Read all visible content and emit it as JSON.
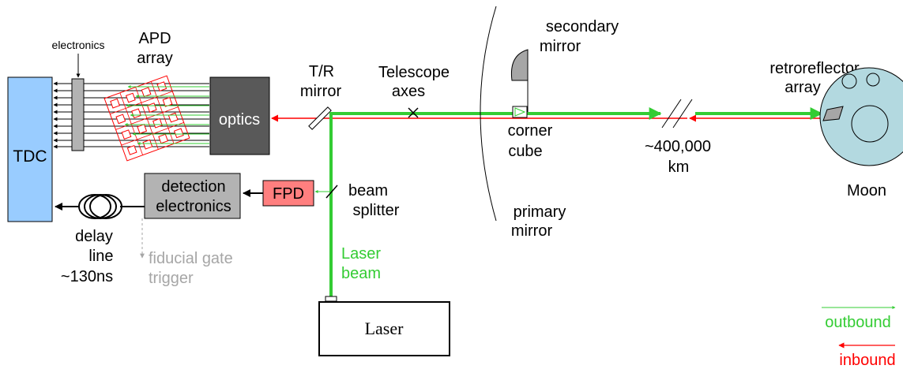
{
  "labels": {
    "electronics": "electronics",
    "apd_1": "APD",
    "apd_2": "array",
    "optics": "optics",
    "tr_1": "T/R",
    "tr_2": "mirror",
    "tel_1": "Telescope",
    "tel_2": "axes",
    "sec_1": "secondary",
    "sec_2": "mirror",
    "retro_1": "retroreflector",
    "retro_2": "array",
    "tdc": "TDC",
    "corner_1": "corner",
    "corner_2": "cube",
    "dist_1": "~400,000",
    "dist_2": "km",
    "moon": "Moon",
    "det_1": "detection",
    "det_2": "electronics",
    "fpd": "FPD",
    "bs_1": "beam",
    "bs_2": "splitter",
    "prim_1": "primary",
    "prim_2": "mirror",
    "delay_1": "delay",
    "delay_2": "line",
    "delay_3": "~130ns",
    "fid_1": "fiducial gate",
    "fid_2": "trigger",
    "laserbeam_1": "Laser",
    "laserbeam_2": "beam",
    "laser": "Laser",
    "outbound": "outbound",
    "inbound": "inbound"
  },
  "colors": {
    "outbound": "#33cc33",
    "inbound": "#ff0000",
    "tdc_fill": "#99ccff",
    "optics_fill": "#595959",
    "detection_fill": "#b3b3b3",
    "fpd_fill": "#ff7f7f",
    "moon_fill": "#b3d9e0",
    "mirror_fill": "#a6a6a6",
    "trigger_gray": "#a6a6a6"
  }
}
